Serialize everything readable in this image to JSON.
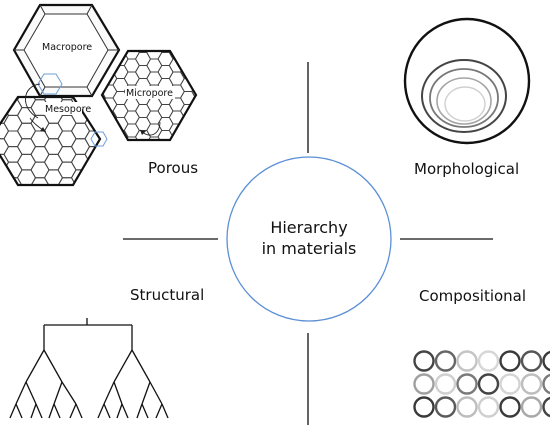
{
  "center": {
    "line1": "Hierarchy",
    "line2": "in materials",
    "circle_color": "#5b8fd6"
  },
  "quadrants": {
    "porous": "Porous",
    "morphological": "Morphological",
    "structural": "Structural",
    "compositional": "Compositional"
  },
  "porous_diagram": {
    "macropore": "Macropore",
    "micropore": "Micropore",
    "mesopore": "Mesopore",
    "highlight_color": "#6f9ed8"
  },
  "composition_grid": {
    "rows": [
      [
        "#444444",
        "#666666",
        "#c4c4c4",
        "#d6d6d6",
        "#3a3a3a",
        "#555555",
        "#3a3a3a"
      ],
      [
        "#a0a0a0",
        "#d0d0d0",
        "#7a7a7a",
        "#444444",
        "#d4d4d4",
        "#bdbdbd",
        "#7a7a7a"
      ],
      [
        "#3a3a3a",
        "#5a5a5a",
        "#bdbdbd",
        "#cfcfcf",
        "#3a3a3a",
        "#a8a8a8",
        "#444444"
      ]
    ]
  }
}
